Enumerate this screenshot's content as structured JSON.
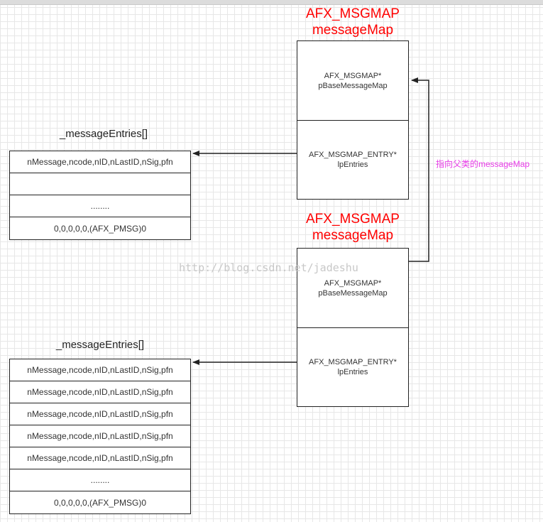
{
  "struct_top": {
    "title_line1": "AFX_MSGMAP",
    "title_line2": "messageMap",
    "base_type": "AFX_MSGMAP*",
    "base_name": "pBaseMessageMap",
    "entry_type": "AFX_MSGMAP_ENTRY*",
    "entry_name": "lpEntries"
  },
  "struct_bottom": {
    "title_line1": "AFX_MSGMAP",
    "title_line2": "messageMap",
    "base_type": "AFX_MSGMAP*",
    "base_name": "pBaseMessageMap",
    "entry_type": "AFX_MSGMAP_ENTRY*",
    "entry_name": "lpEntries"
  },
  "table_top": {
    "label": "_messageEntries[]",
    "rows": [
      "nMessage,ncode,nID,nLastID,nSig,pfn",
      "",
      "........",
      "0,0,0,0,0,(AFX_PMSG)0"
    ]
  },
  "table_bottom": {
    "label": "_messageEntries[]",
    "rows": [
      "nMessage,ncode,nID,nLastID,nSig,pfn",
      "nMessage,ncode,nID,nLastID,nSig,pfn",
      "nMessage,ncode,nID,nLastID,nSig,pfn",
      "nMessage,ncode,nID,nLastID,nSig,pfn",
      "nMessage,ncode,nID,nLastID,nSig,pfn",
      "........",
      "0,0,0,0,0,(AFX_PMSG)0"
    ]
  },
  "parent_link_note": "指向父类的messageMap",
  "watermark": "http://blog.csdn.net/jadeshu",
  "colors": {
    "title": "#ff0000",
    "note": "#e83be8",
    "line": "#222222",
    "grid": "#e7e7e7"
  }
}
